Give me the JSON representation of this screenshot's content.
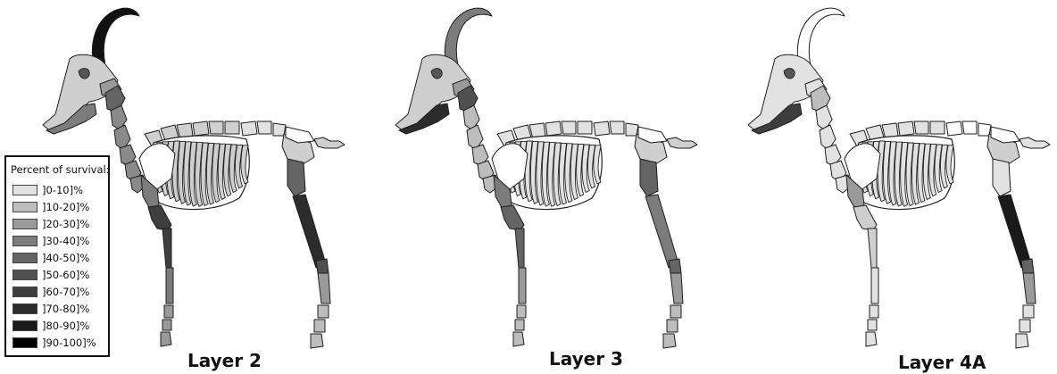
{
  "legend": {
    "title": "Percent of survival:",
    "items": [
      {
        "label": "]0-10]%",
        "color": "#e2e2e2"
      },
      {
        "label": "]10-20]%",
        "color": "#bdbdbd"
      },
      {
        "label": "]20-30]%",
        "color": "#9a9a9a"
      },
      {
        "label": "]30-40]%",
        "color": "#7c7c7c"
      },
      {
        "label": "]40-50]%",
        "color": "#646464"
      },
      {
        "label": "]50-60]%",
        "color": "#505050"
      },
      {
        "label": "]60-70]%",
        "color": "#3e3e3e"
      },
      {
        "label": "]70-80]%",
        "color": "#2c2c2c"
      },
      {
        "label": "]80-90]%",
        "color": "#1a1a1a"
      },
      {
        "label": "]90-100]%",
        "color": "#000000"
      }
    ]
  },
  "layers": [
    {
      "title": "Layer 2",
      "shades": {
        "horn": "#111111",
        "skull": "#cfcfcf",
        "mandible": "#7c7c7c",
        "atlas": "#9a9a9a",
        "axis": "#646464",
        "cervical": "#8a8a8a",
        "thoracic": "#cfcfcf",
        "lumbar": "#e2e2e2",
        "sacrum": "#ffffff",
        "caudal": "#cfcfcf",
        "scapula": "#ffffff",
        "ribs": "#cfcfcf",
        "humerus": "#7c7c7c",
        "radius": "#3e3e3e",
        "metacarpal": "#7c7c7c",
        "fore_phalanges": "#9a9a9a",
        "pelvis": "#cfcfcf",
        "femur": "#646464",
        "tibia": "#2c2c2c",
        "tarsals": "#505050",
        "metatarsal": "#9a9a9a",
        "hind_phalanges": "#bdbdbd"
      }
    },
    {
      "title": "Layer 3",
      "shades": {
        "horn": "#7c7c7c",
        "skull": "#cfcfcf",
        "mandible": "#2c2c2c",
        "atlas": "#9a9a9a",
        "axis": "#505050",
        "cervical": "#bdbdbd",
        "thoracic": "#e2e2e2",
        "lumbar": "#e2e2e2",
        "sacrum": "#ffffff",
        "caudal": "#cfcfcf",
        "scapula": "#ffffff",
        "ribs": "#e2e2e2",
        "humerus": "#7c7c7c",
        "radius": "#646464",
        "metacarpal": "#9a9a9a",
        "fore_phalanges": "#bdbdbd",
        "pelvis": "#cfcfcf",
        "femur": "#646464",
        "tibia": "#7c7c7c",
        "tarsals": "#646464",
        "metatarsal": "#9a9a9a",
        "hind_phalanges": "#bdbdbd"
      }
    },
    {
      "title": "Layer 4A",
      "shades": {
        "horn": "#ffffff",
        "skull": "#e2e2e2",
        "mandible": "#3e3e3e",
        "atlas": "#e2e2e2",
        "axis": "#bdbdbd",
        "cervical": "#e2e2e2",
        "thoracic": "#e2e2e2",
        "lumbar": "#ffffff",
        "sacrum": "#ffffff",
        "caudal": "#e2e2e2",
        "scapula": "#ffffff",
        "ribs": "#e2e2e2",
        "humerus": "#9a9a9a",
        "radius": "#cfcfcf",
        "metacarpal": "#e2e2e2",
        "fore_phalanges": "#e2e2e2",
        "pelvis": "#cfcfcf",
        "femur": "#e2e2e2",
        "tibia": "#1a1a1a",
        "tarsals": "#646464",
        "metatarsal": "#9a9a9a",
        "hind_phalanges": "#e2e2e2"
      }
    }
  ]
}
